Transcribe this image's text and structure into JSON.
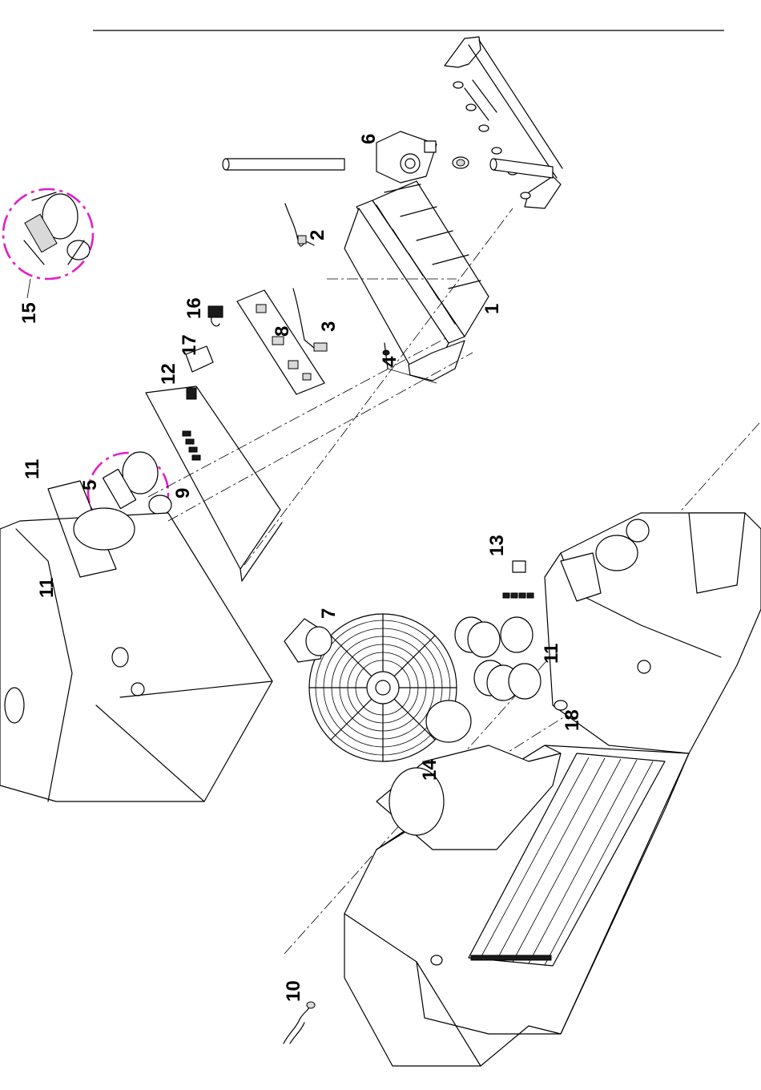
{
  "callouts": [
    {
      "id": "c1",
      "text": "1"
    },
    {
      "id": "c2",
      "text": "2"
    },
    {
      "id": "c3",
      "text": "3"
    },
    {
      "id": "c4",
      "text": "4"
    },
    {
      "id": "c5",
      "text": "5"
    },
    {
      "id": "c6",
      "text": "6"
    },
    {
      "id": "c7",
      "text": "7"
    },
    {
      "id": "c8",
      "text": "8"
    },
    {
      "id": "c9",
      "text": "9"
    },
    {
      "id": "c10",
      "text": "10"
    },
    {
      "id": "c11a",
      "text": "11"
    },
    {
      "id": "c11b",
      "text": "11"
    },
    {
      "id": "c11c",
      "text": "11"
    },
    {
      "id": "c12",
      "text": "12"
    },
    {
      "id": "c13",
      "text": "13"
    },
    {
      "id": "c14",
      "text": "14"
    },
    {
      "id": "c15",
      "text": "15"
    },
    {
      "id": "c16",
      "text": "16"
    },
    {
      "id": "c17",
      "text": "17"
    },
    {
      "id": "c18",
      "text": "18"
    }
  ],
  "colors": {
    "line": "#000000",
    "detail_circle": "#e01ec8",
    "background": "#ffffff"
  }
}
